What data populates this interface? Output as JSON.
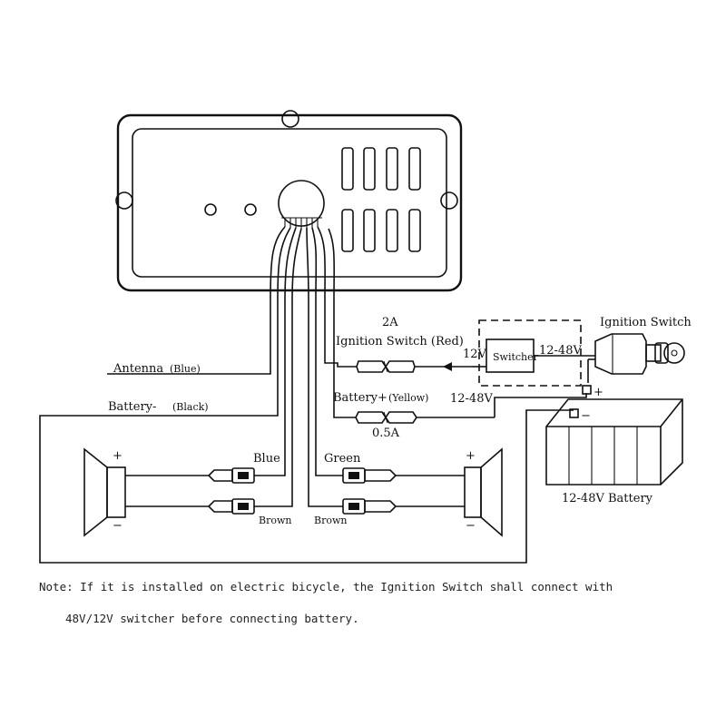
{
  "labels": {
    "antenna": "Antenna",
    "antenna_color": "(Blue)",
    "battery_neg": "Battery-",
    "battery_neg_color": "(Black)",
    "fuse_2a": "2A",
    "ignition_red": "Ignition Switch (Red)",
    "v12": "12V",
    "switcher": "Switcher",
    "v12_48_top": "12-48V",
    "ignition_switch": "Ignition Switch",
    "battery_pos": "Battery+",
    "battery_pos_color": "(Yellow)",
    "v12_48_mid": "12-48V",
    "fuse_05a": "0.5A",
    "blue": "Blue",
    "green": "Green",
    "brown_left": "Brown",
    "brown_right": "Brown",
    "battery_title": "12-48V Battery",
    "plus_left": "+",
    "minus_left": "−",
    "plus_right": "+",
    "minus_right": "−",
    "plus_batt": "+",
    "minus_batt": "−"
  },
  "note": {
    "line1": "Note: If it is installed on electric bicycle, the Ignition Switch shall connect with",
    "line2": "48V/12V switcher before connecting battery."
  }
}
